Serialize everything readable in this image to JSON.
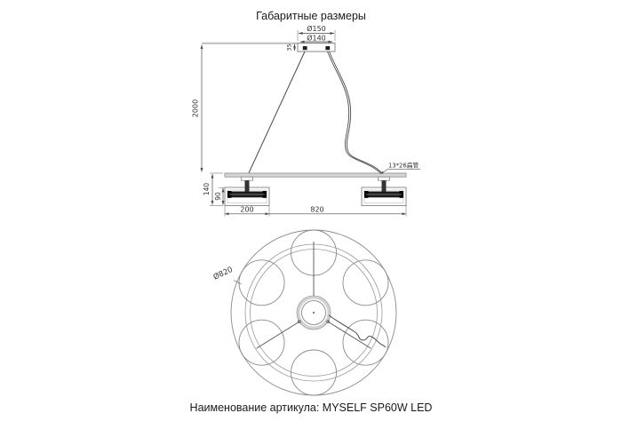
{
  "header": {
    "title": "Габаритные размеры"
  },
  "footer": {
    "caption": "Наименование артикула: MYSELF SP60W LED"
  },
  "front_view": {
    "dim_canopy_outer": "Ø150",
    "dim_canopy_inner": "Ø140",
    "dim_canopy_height": "35",
    "dim_suspension_height": "2000",
    "dim_head_total_height": "140",
    "dim_head_height": "90",
    "dim_head_width": "200",
    "dim_overall_width": "820",
    "tube_label": "13*26扁管"
  },
  "bottom_view": {
    "dim_diameter": "Ø820",
    "shade_count": 6
  },
  "colors": {
    "line": "#8a8a8a",
    "dim_line": "#4a4a4a",
    "led_band": "#1c1c1c",
    "ceiling_line": "#bdbdbd",
    "text": "#1a1a1a"
  }
}
